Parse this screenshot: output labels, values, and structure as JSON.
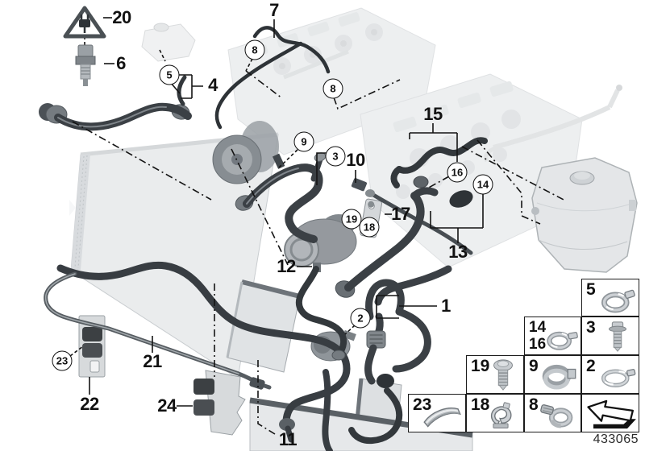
{
  "figure": {
    "drawing_number": "433065",
    "description": "Cooling system coolant hoses parts diagram"
  },
  "icons": {
    "warning": "electric-plug-warning-triangle-icon",
    "legend_arrow": "view-direction-arrow-icon",
    "clamp": "hose-clamp-icon",
    "bolt": "hex-bolt-icon",
    "screw": "round-head-screw-icon",
    "clip": "pipe-clip-icon",
    "bracket": "curved-bracket-icon"
  },
  "callouts": {
    "n1": "1",
    "n2": "2",
    "n3": "3",
    "n4": "4",
    "n5": "5",
    "n6": "6",
    "n7": "7",
    "n8": "8",
    "n9": "9",
    "n10": "10",
    "n11": "11",
    "n12": "12",
    "n13": "13",
    "n14": "14",
    "n15": "15",
    "n16": "16",
    "n17": "17",
    "n18": "18",
    "n19": "19",
    "n20": "20",
    "n21": "21",
    "n22": "22",
    "n23": "23",
    "n24": "24"
  },
  "legend": {
    "cells": {
      "c5": "5",
      "c14": "14",
      "c16": "16",
      "c3": "3",
      "c19": "19",
      "c9": "9",
      "c2": "2",
      "c23": "23",
      "c18": "18",
      "c8": "8"
    }
  }
}
